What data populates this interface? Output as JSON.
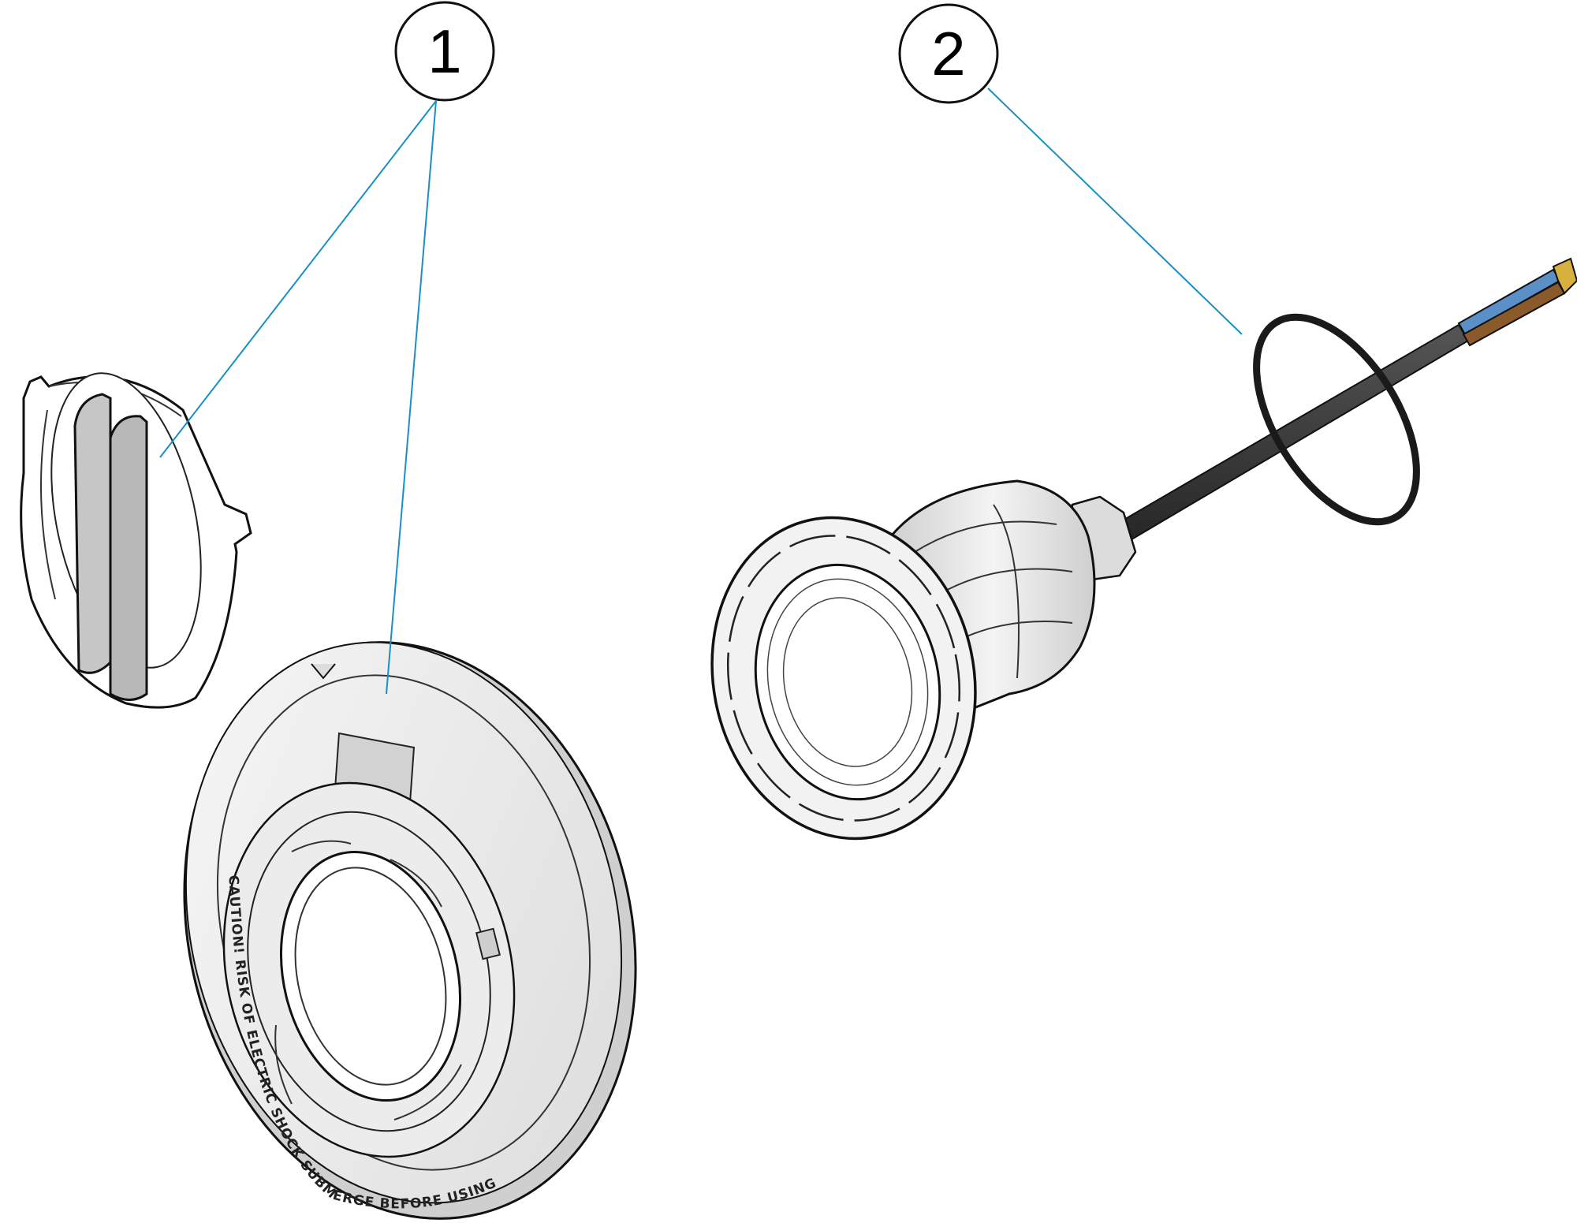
{
  "colors": {
    "leader_line": "#1a8fc4",
    "part_fill": "#ebebeb",
    "part_shade": "#c9c9c9",
    "outline": "#111111",
    "cable": "#3a3a3a",
    "wire_blue": "#5a8fc8",
    "wire_brown": "#8a5a2a",
    "wire_tip": "#d8b040"
  },
  "callouts": [
    {
      "id": "1",
      "label": "1"
    },
    {
      "id": "2",
      "label": "2"
    }
  ],
  "escutcheon": {
    "etched_text": "CAUTION! RISK OF ELECTRIC SHOCK SUBMERGE BEFORE USING"
  }
}
